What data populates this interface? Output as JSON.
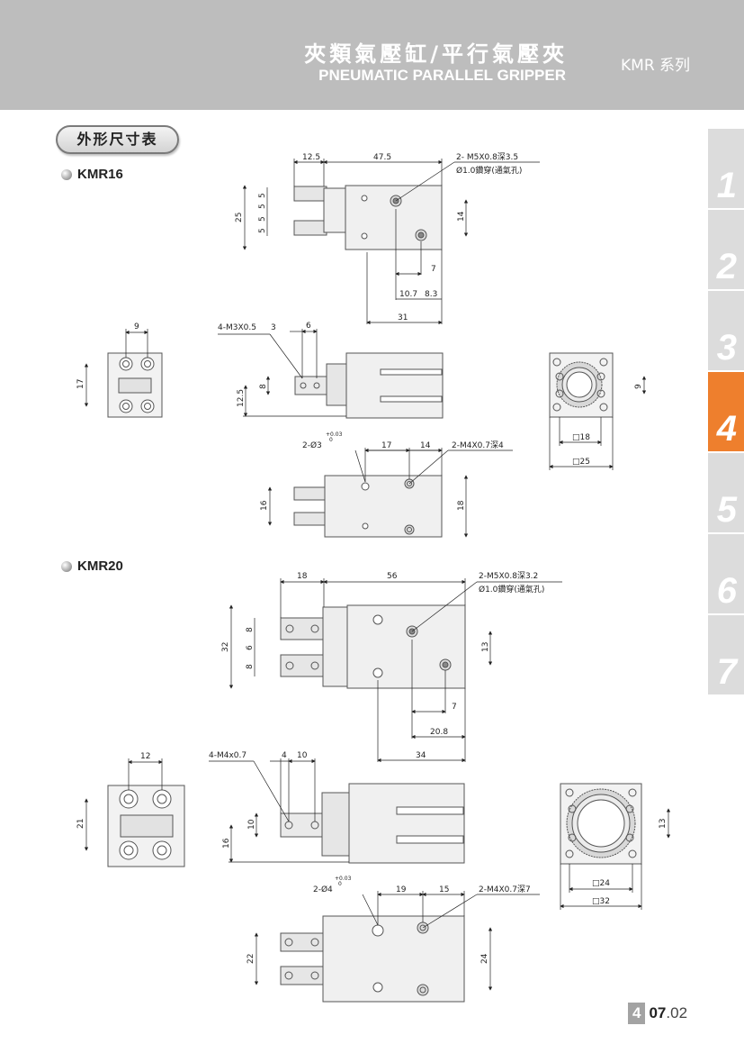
{
  "header": {
    "title_cn": "夾類氣壓缸/平行氣壓夾",
    "title_en": "PNEUMATIC PARALLEL GRIPPER",
    "series": "KMR 系列"
  },
  "section_title": "外形尺寸表",
  "side_tabs": [
    {
      "label": "1",
      "active": false
    },
    {
      "label": "2",
      "active": false
    },
    {
      "label": "3",
      "active": false
    },
    {
      "label": "4",
      "active": true
    },
    {
      "label": "5",
      "active": false
    },
    {
      "label": "6",
      "active": false
    },
    {
      "label": "7",
      "active": false
    }
  ],
  "colors": {
    "header_bg": "#bdbdbd",
    "active_tab": "#ee7f2d",
    "tab_bg": "#dcdcdc"
  },
  "kmr16": {
    "name": "KMR16",
    "top": {
      "d1": "12.5",
      "d2": "47.5",
      "port1": "2- M5X0.8深3.5",
      "port2": "Ø1.0鑽穿(通氣孔)",
      "h": "25",
      "s1": "5",
      "s2": "5",
      "s3": "5",
      "s4": "5",
      "w": "14",
      "d3": "7",
      "d4": "10.7",
      "d5": "8.3",
      "d6": "31"
    },
    "side": {
      "thread": "4-M3X0.5",
      "a": "3",
      "b": "6",
      "c": "8",
      "d": "12.5"
    },
    "bottom": {
      "hole": "2-Ø3",
      "tol_up": "+0.03",
      "tol_low": "0",
      "a": "17",
      "b": "14",
      "thread": "2-M4X0.7深4",
      "h1": "16",
      "h2": "18"
    },
    "end": {
      "w": "9",
      "h": "17"
    },
    "front": {
      "a": "9",
      "sq1": "□18",
      "sq2": "□25"
    }
  },
  "kmr20": {
    "name": "KMR20",
    "top": {
      "d1": "18",
      "d2": "56",
      "port1": "2-M5X0.8深3.2",
      "port2": "Ø1.0鑽穿(通氣孔)",
      "h": "32",
      "s1": "8",
      "s2": "6",
      "s3": "8",
      "w": "13",
      "d3": "7",
      "d4": "20.8",
      "d5": "34"
    },
    "side": {
      "thread": "4-M4x0.7",
      "a": "4",
      "b": "10",
      "c": "10",
      "d": "16"
    },
    "bottom": {
      "hole": "2-Ø4",
      "tol_up": "+0.03",
      "tol_low": "0",
      "a": "19",
      "b": "15",
      "thread": "2-M4X0.7深7",
      "h1": "22",
      "h2": "24"
    },
    "end": {
      "w": "12",
      "h": "21"
    },
    "front": {
      "a": "13",
      "sq1": "□24",
      "sq2": "□32"
    }
  },
  "footer": {
    "chapter": "4",
    "page": "07",
    "sub": ".02"
  }
}
